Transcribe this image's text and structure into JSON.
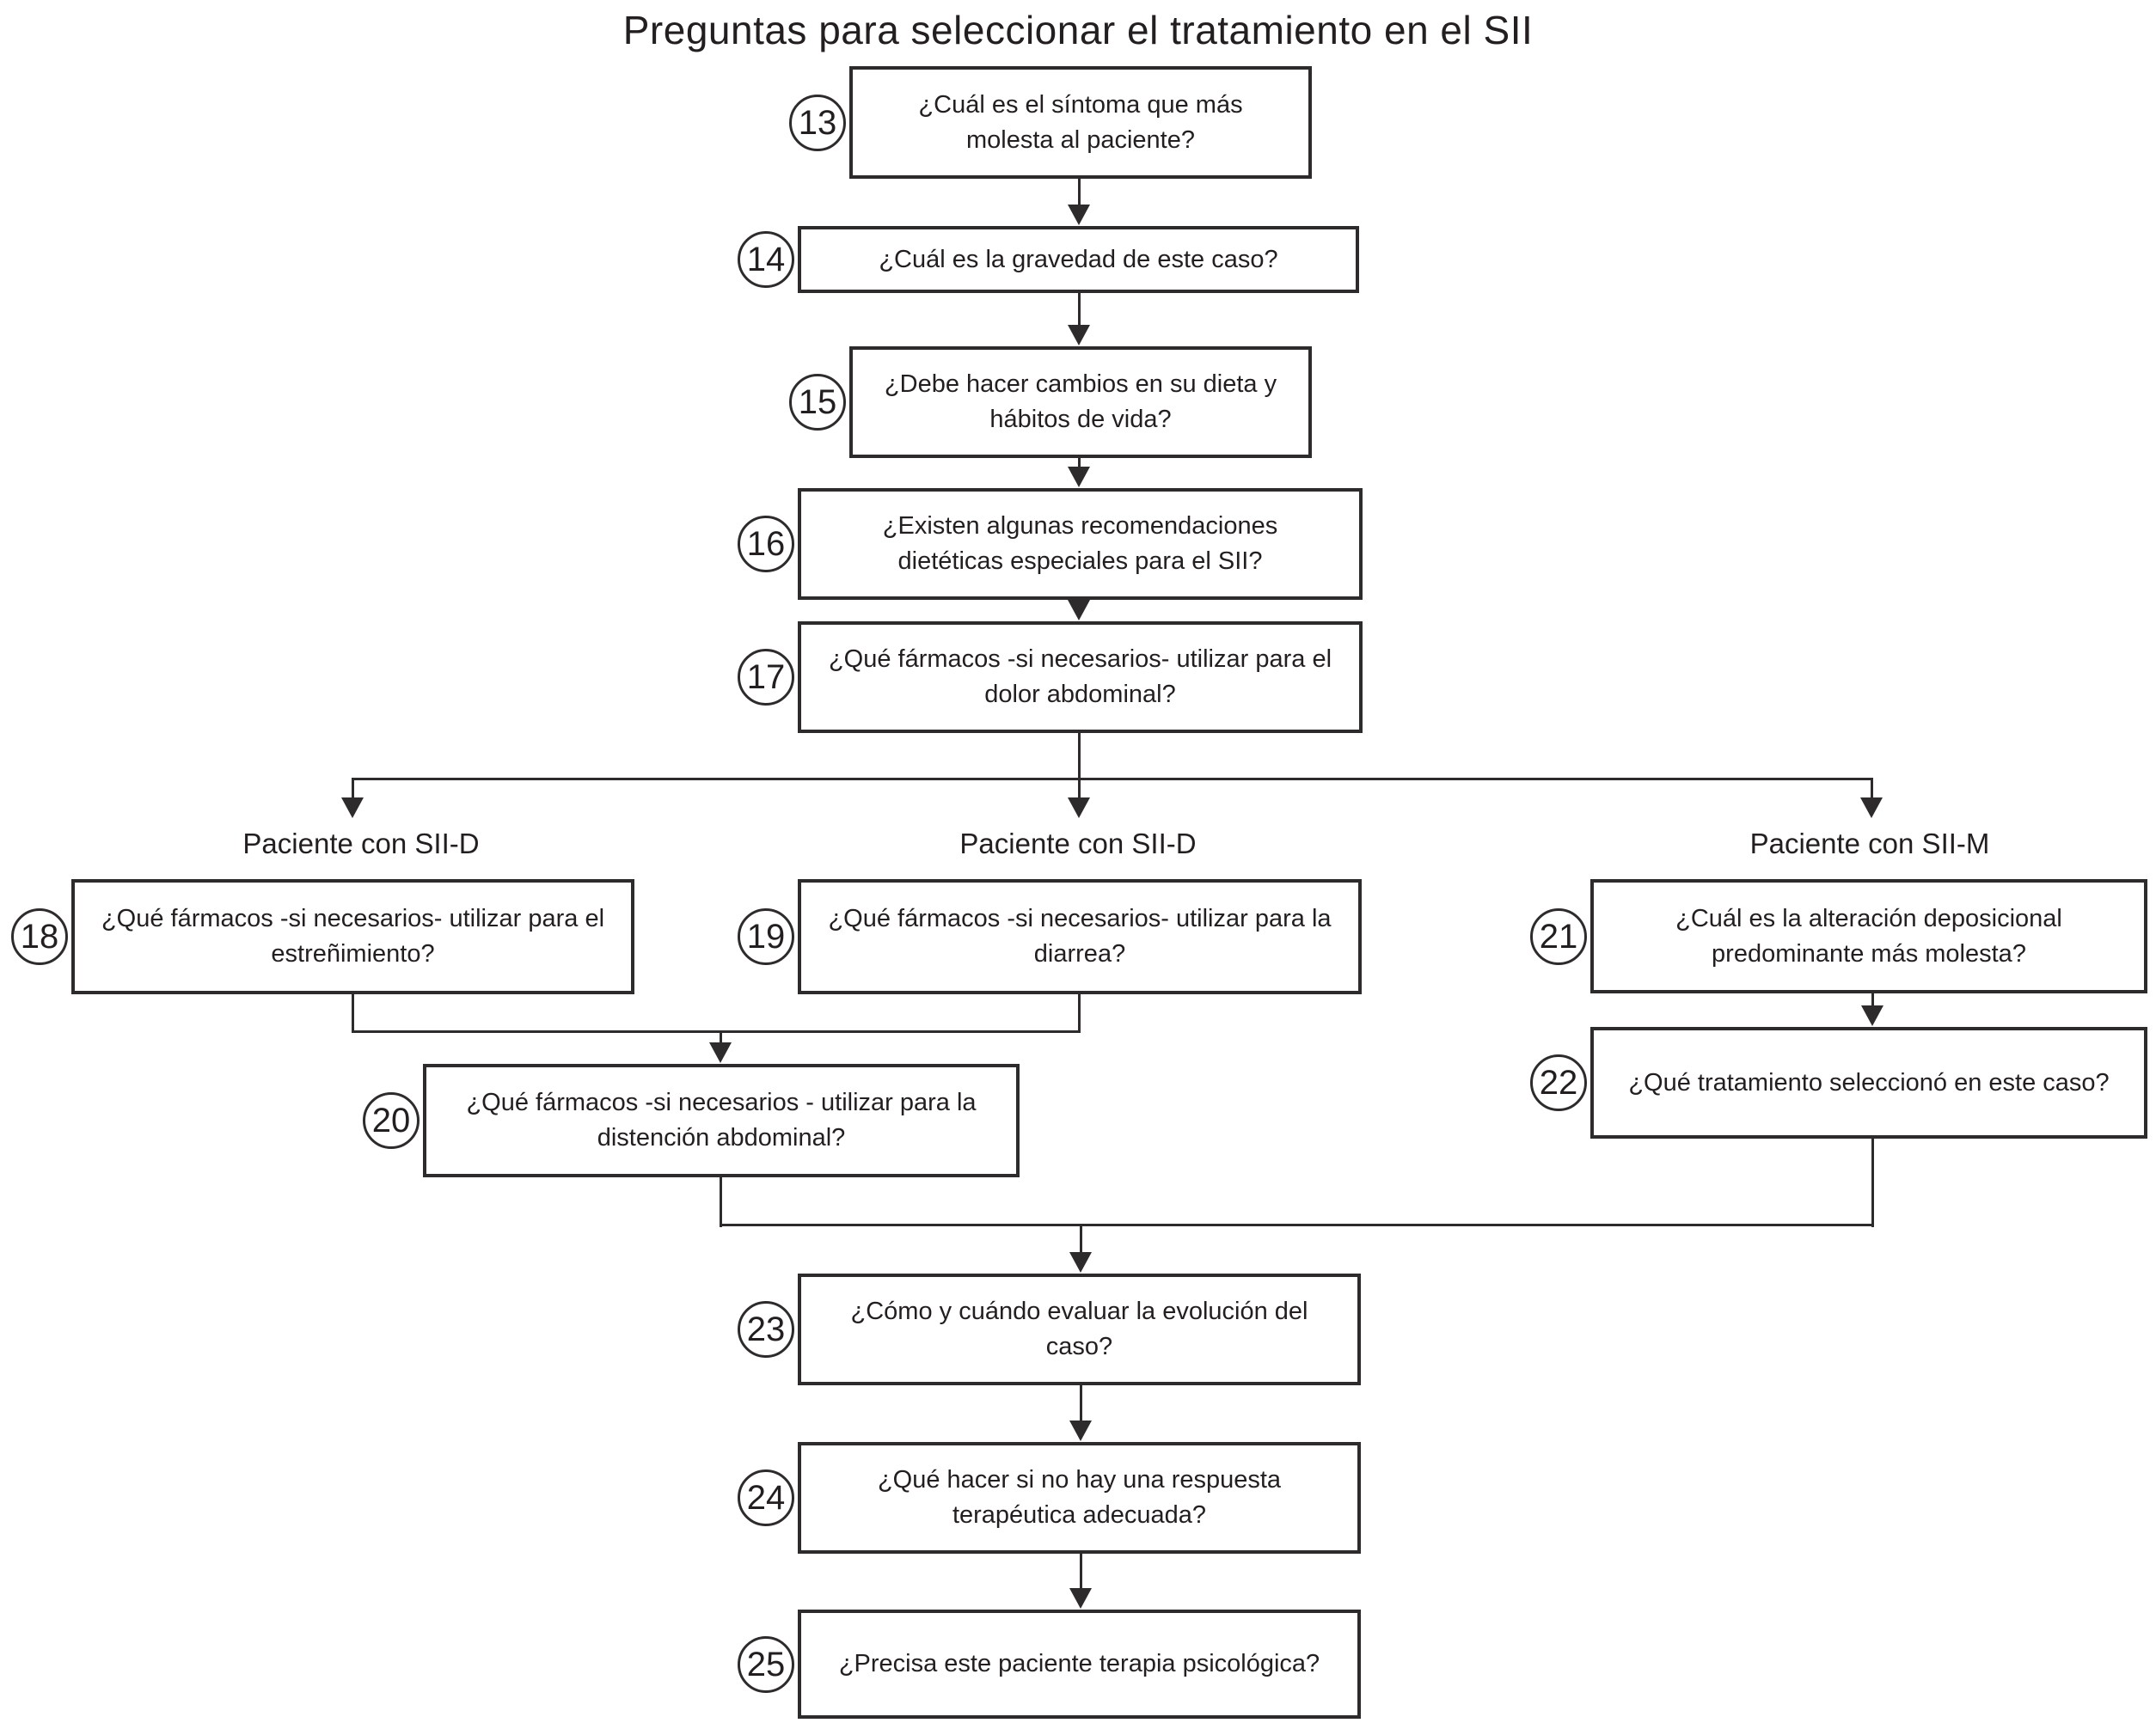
{
  "title": "Preguntas para seleccionar el tratamiento en el SII",
  "branch_labels": {
    "left": "Paciente con SII-D",
    "middle": "Paciente con SII-D",
    "right": "Paciente con SII-M"
  },
  "nodes": {
    "n13": {
      "number": "13",
      "text": "¿Cuál es el síntoma que más molesta al paciente?"
    },
    "n14": {
      "number": "14",
      "text": "¿Cuál es la gravedad de este caso?"
    },
    "n15": {
      "number": "15",
      "text": "¿Debe hacer cambios en su dieta y hábitos de vida?"
    },
    "n16": {
      "number": "16",
      "text": "¿Existen algunas recomendaciones dietéticas especiales para el SII?"
    },
    "n17": {
      "number": "17",
      "text": "¿Qué fármacos -si necesarios- utilizar para el dolor abdominal?"
    },
    "n18": {
      "number": "18",
      "text": "¿Qué fármacos -si necesarios- utilizar para el estreñimiento?"
    },
    "n19": {
      "number": "19",
      "text": "¿Qué fármacos -si necesarios- utilizar para la diarrea?"
    },
    "n20": {
      "number": "20",
      "text": "¿Qué fármacos -si necesarios - utilizar para la distención abdominal?"
    },
    "n21": {
      "number": "21",
      "text": "¿Cuál es la alteración deposicional predominante más molesta?"
    },
    "n22": {
      "number": "22",
      "text": "¿Qué tratamiento seleccionó en este caso?"
    },
    "n23": {
      "number": "23",
      "text": "¿Cómo y cuándo evaluar la evolución del caso?"
    },
    "n24": {
      "number": "24",
      "text": "¿Qué hacer si no hay una respuesta terapéutica adecuada?"
    },
    "n25": {
      "number": "25",
      "text": "¿Precisa este paciente terapia psicológica?"
    }
  },
  "edges": [
    [
      "13",
      "14"
    ],
    [
      "14",
      "15"
    ],
    [
      "15",
      "16"
    ],
    [
      "16",
      "17"
    ],
    [
      "17",
      "18"
    ],
    [
      "17",
      "19"
    ],
    [
      "17",
      "21"
    ],
    [
      "18",
      "20"
    ],
    [
      "19",
      "20"
    ],
    [
      "21",
      "22"
    ],
    [
      "20",
      "23"
    ],
    [
      "22",
      "23"
    ],
    [
      "23",
      "24"
    ],
    [
      "24",
      "25"
    ]
  ],
  "colors": {
    "ink": "#231f20",
    "line": "#2e2b2c",
    "background": "#ffffff"
  }
}
